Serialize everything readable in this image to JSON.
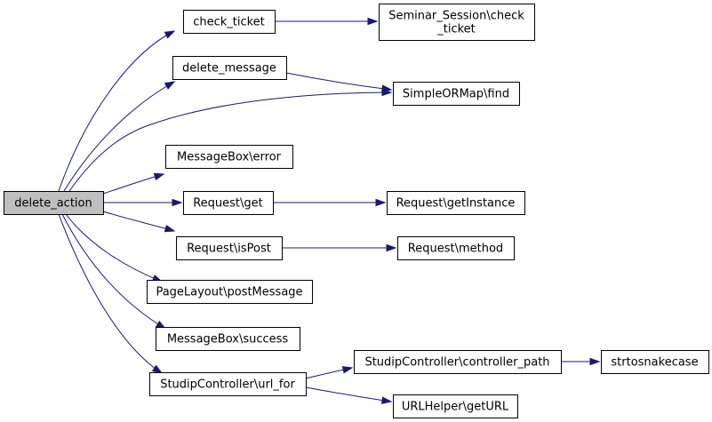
{
  "diagram": {
    "root": "delete_action",
    "colors": {
      "edge": "#191970",
      "node_fill": "#ffffff",
      "root_fill": "#bfbfbf",
      "node_border": "#000000"
    },
    "nodes": [
      {
        "id": "delete_action",
        "lines": [
          "delete_action"
        ]
      },
      {
        "id": "check_ticket",
        "lines": [
          "check_ticket"
        ]
      },
      {
        "id": "seminar_session_check_ticket",
        "lines": [
          "Seminar_Session\\check",
          "_ticket"
        ]
      },
      {
        "id": "delete_message",
        "lines": [
          "delete_message"
        ]
      },
      {
        "id": "simpleormap_find",
        "lines": [
          "SimpleORMap\\find"
        ]
      },
      {
        "id": "messagebox_error",
        "lines": [
          "MessageBox\\error"
        ]
      },
      {
        "id": "request_get",
        "lines": [
          "Request\\get"
        ]
      },
      {
        "id": "request_getinstance",
        "lines": [
          "Request\\getInstance"
        ]
      },
      {
        "id": "request_ispost",
        "lines": [
          "Request\\isPost"
        ]
      },
      {
        "id": "request_method",
        "lines": [
          "Request\\method"
        ]
      },
      {
        "id": "pagelayout_postmessage",
        "lines": [
          "PageLayout\\postMessage"
        ]
      },
      {
        "id": "messagebox_success",
        "lines": [
          "MessageBox\\success"
        ]
      },
      {
        "id": "studipcontroller_url_for",
        "lines": [
          "StudipController\\url_for"
        ]
      },
      {
        "id": "studipcontroller_controller_path",
        "lines": [
          "StudipController\\controller_path"
        ]
      },
      {
        "id": "strtosnakecase",
        "lines": [
          "strtosnakecase"
        ]
      },
      {
        "id": "urlhelper_geturl",
        "lines": [
          "URLHelper\\getURL"
        ]
      }
    ],
    "edges": [
      {
        "from": "delete_action",
        "to": "check_ticket"
      },
      {
        "from": "delete_action",
        "to": "delete_message"
      },
      {
        "from": "delete_action",
        "to": "simpleormap_find"
      },
      {
        "from": "delete_action",
        "to": "messagebox_error"
      },
      {
        "from": "delete_action",
        "to": "request_get"
      },
      {
        "from": "delete_action",
        "to": "request_ispost"
      },
      {
        "from": "delete_action",
        "to": "pagelayout_postmessage"
      },
      {
        "from": "delete_action",
        "to": "messagebox_success"
      },
      {
        "from": "delete_action",
        "to": "studipcontroller_url_for"
      },
      {
        "from": "check_ticket",
        "to": "seminar_session_check_ticket"
      },
      {
        "from": "delete_message",
        "to": "simpleormap_find"
      },
      {
        "from": "request_get",
        "to": "request_getinstance"
      },
      {
        "from": "request_ispost",
        "to": "request_method"
      },
      {
        "from": "studipcontroller_url_for",
        "to": "studipcontroller_controller_path"
      },
      {
        "from": "studipcontroller_url_for",
        "to": "urlhelper_geturl"
      },
      {
        "from": "studipcontroller_controller_path",
        "to": "strtosnakecase"
      }
    ]
  }
}
